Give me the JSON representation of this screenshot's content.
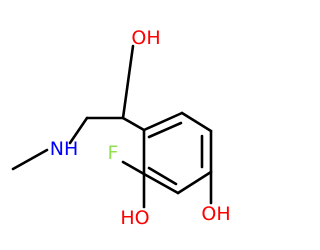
{
  "molecule": {
    "atoms": {
      "hydroxyl_top": "OH",
      "amine": "NH",
      "fluorine": "F",
      "hydroxyl_bottom_left": "HO",
      "hydroxyl_bottom_right": "OH"
    },
    "colors": {
      "oxygen": "#ff0000",
      "nitrogen": "#0000ff",
      "fluorine": "#90e050",
      "bond": "#000000",
      "background": "#ffffff"
    }
  }
}
